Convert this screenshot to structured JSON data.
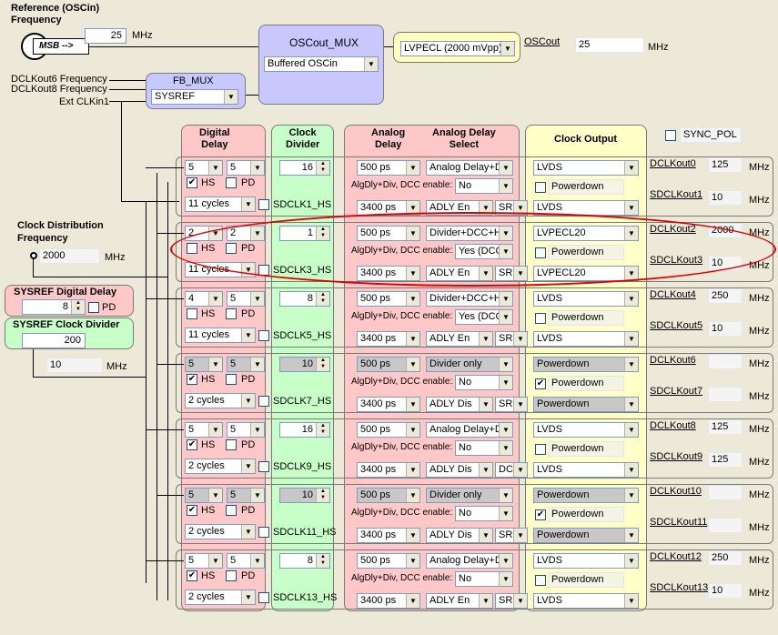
{
  "ref": {
    "title1": "Reference (OSCin)",
    "title2": "Frequency",
    "value": "25",
    "unit": "MHz",
    "logo": "MSB -->"
  },
  "oscout_mux": {
    "title": "OSCout_MUX",
    "value": "Buffered OSCin"
  },
  "oscout": {
    "format": "LVPECL (2000 mVpp)",
    "label": "OSCout",
    "freq": "25",
    "unit": "MHz"
  },
  "fb_mux": {
    "title": "FB_MUX",
    "value": "SYSREF",
    "in1": "DCLKout6 Frequency",
    "in2": "DCLKout8 Frequency",
    "in3": "Ext CLKin1"
  },
  "headers": {
    "digital": "Digital\nDelay",
    "divider": "Clock\nDivider",
    "analog": "Analog\nDelay",
    "analog_sel": "Analog Delay\nSelect",
    "output": "Clock Output"
  },
  "sync_pol": "SYNC_POL",
  "clk_dist": {
    "title1": "Clock Distribution",
    "title2": "Frequency",
    "value": "2000",
    "unit": "MHz"
  },
  "sysref_dd": {
    "title": "SYSREF Digital Delay",
    "value": "8",
    "pd": "PD"
  },
  "sysref_div": {
    "title": "SYSREF Clock Divider",
    "value": "200",
    "freq": "10",
    "unit": "MHz"
  },
  "common": {
    "hs": "HS",
    "pd": "PD",
    "alg_en": "AlgDly+Div, DCC enable:",
    "powerdown": "Powerdown",
    "ps3400": "3400 ps",
    "mhz": "MHz"
  },
  "rows": [
    {
      "dd1": "5",
      "dd2": "5",
      "hs": true,
      "pd": false,
      "div": "16",
      "cyc": "11 cycles",
      "sd": "SDCLK1_HS",
      "aps": "500 ps",
      "asel": "Analog Delay+D",
      "en": "No",
      "adly": "ADLY En",
      "sr": "SR",
      "fmt": "LVDS",
      "pdn": false,
      "sfmt": "LVDS",
      "dname": "DCLKout0",
      "dfreq": "125",
      "sname": "SDCLKout1",
      "sfreq": "10",
      "gray": false
    },
    {
      "dd1": "2",
      "dd2": "2",
      "hs": false,
      "pd": false,
      "div": "1",
      "cyc": "11 cycles",
      "sd": "SDCLK3_HS",
      "aps": "500 ps",
      "asel": "Divider+DCC+H",
      "en": "Yes (DCC",
      "adly": "ADLY En",
      "sr": "SR",
      "fmt": "LVPECL20",
      "pdn": false,
      "sfmt": "LVPECL20",
      "dname": "DCLKout2",
      "dfreq": "2000",
      "sname": "SDCLKout3",
      "sfreq": "10",
      "gray": false
    },
    {
      "dd1": "4",
      "dd2": "5",
      "hs": false,
      "pd": false,
      "div": "8",
      "cyc": "11 cycles",
      "sd": "SDCLK5_HS",
      "aps": "500 ps",
      "asel": "Divider+DCC+H",
      "en": "Yes (DCC",
      "adly": "ADLY En",
      "sr": "SR",
      "fmt": "LVDS",
      "pdn": false,
      "sfmt": "LVDS",
      "dname": "DCLKout4",
      "dfreq": "250",
      "sname": "SDCLKout5",
      "sfreq": "10",
      "gray": false
    },
    {
      "dd1": "5",
      "dd2": "5",
      "hs": true,
      "pd": false,
      "div": "10",
      "cyc": "2 cycles",
      "sd": "SDCLK7_HS",
      "aps": "500 ps",
      "asel": "Divider only",
      "en": "No",
      "adly": "ADLY Dis",
      "sr": "SR",
      "fmt": "Powerdown",
      "pdn": true,
      "sfmt": "Powerdown",
      "dname": "DCLKout6",
      "dfreq": "",
      "sname": "SDCLKout7",
      "sfreq": "",
      "gray": true
    },
    {
      "dd1": "5",
      "dd2": "5",
      "hs": true,
      "pd": false,
      "div": "16",
      "cyc": "2 cycles",
      "sd": "SDCLK9_HS",
      "aps": "500 ps",
      "asel": "Analog Delay+D",
      "en": "No",
      "adly": "ADLY Dis",
      "sr": "DC",
      "fmt": "LVDS",
      "pdn": false,
      "sfmt": "LVDS",
      "dname": "DCLKout8",
      "dfreq": "125",
      "sname": "SDCLKout9",
      "sfreq": "125",
      "gray": false
    },
    {
      "dd1": "5",
      "dd2": "5",
      "hs": true,
      "pd": false,
      "div": "10",
      "cyc": "2 cycles",
      "sd": "SDCLK11_HS",
      "aps": "500 ps",
      "asel": "Divider only",
      "en": "No",
      "adly": "ADLY Dis",
      "sr": "SR",
      "fmt": "Powerdown",
      "pdn": true,
      "sfmt": "Powerdown",
      "dname": "DCLKout10",
      "dfreq": "",
      "sname": "SDCLKout11",
      "sfreq": "",
      "gray": true
    },
    {
      "dd1": "5",
      "dd2": "5",
      "hs": true,
      "pd": false,
      "div": "8",
      "cyc": "2 cycles",
      "sd": "SDCLK13_HS",
      "aps": "500 ps",
      "asel": "Analog Delay+D",
      "en": "No",
      "adly": "ADLY En",
      "sr": "SR",
      "fmt": "LVDS",
      "pdn": false,
      "sfmt": "LVDS",
      "dname": "DCLKout12",
      "dfreq": "250",
      "sname": "SDCLKout13",
      "sfreq": "10",
      "gray": false
    }
  ]
}
